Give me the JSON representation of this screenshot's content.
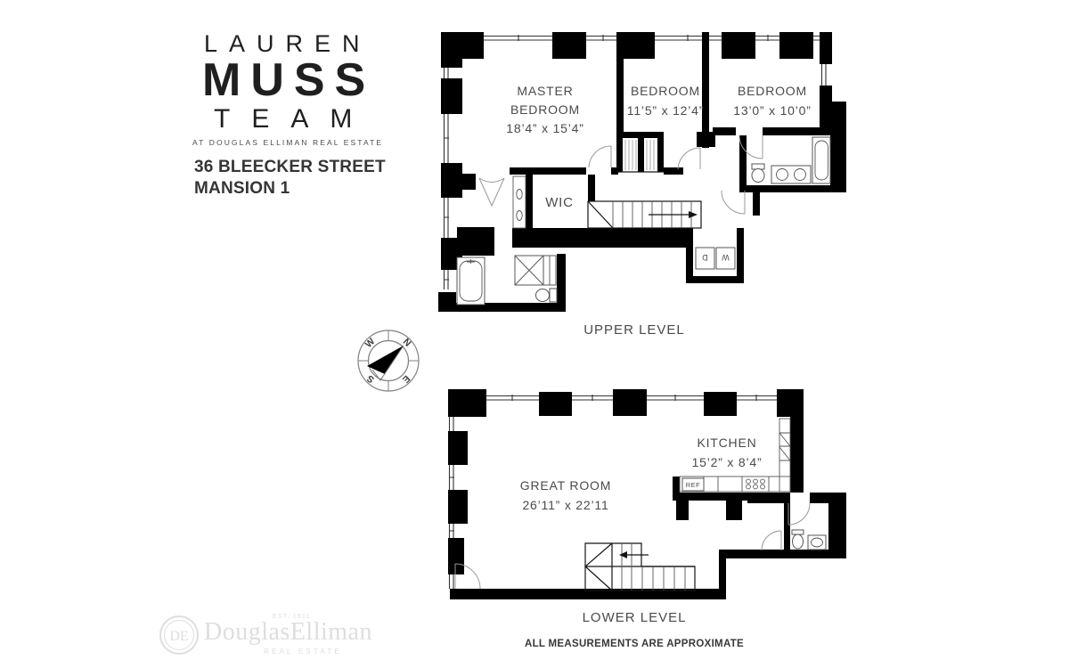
{
  "brand": {
    "line1": "LAUREN",
    "line2": "MUSS",
    "line3": "TEAM",
    "tagline": "AT DOUGLAS ELLIMAN REAL ESTATE"
  },
  "address": {
    "line1": "36 BLEECKER STREET",
    "line2": "MANSION 1"
  },
  "levels": {
    "upper": "UPPER LEVEL",
    "lower": "LOWER LEVEL"
  },
  "upper_level": {
    "master_bedroom": {
      "name_line1": "MASTER",
      "name_line2": "BEDROOM",
      "dims": "18’4” x 15’4”"
    },
    "bedroom_2": {
      "name": "BEDROOM",
      "dims": "11’5” x 12’4”"
    },
    "bedroom_3": {
      "name": "BEDROOM",
      "dims": "13’0” x 10’0”"
    },
    "wic": "WIC",
    "washer": "W",
    "dryer": "D"
  },
  "lower_level": {
    "great_room": {
      "name": "GREAT ROOM",
      "dims": "26’11” x 22’11"
    },
    "kitchen": {
      "name": "KITCHEN",
      "dims": "15’2” x 8’4”"
    },
    "ref": "REF"
  },
  "compass": {
    "n": "N",
    "e": "E",
    "s": "S",
    "w": "W"
  },
  "disclaimer": "ALL MEASUREMENTS ARE APPROXIMATE",
  "watermark": {
    "monogram": "DE",
    "name": "DouglasElliman",
    "est": "EST. 1911",
    "tagline": "REAL ESTATE"
  },
  "colors": {
    "wall": "#000000",
    "label": "#4a4a4a",
    "watermark": "#dedede"
  }
}
